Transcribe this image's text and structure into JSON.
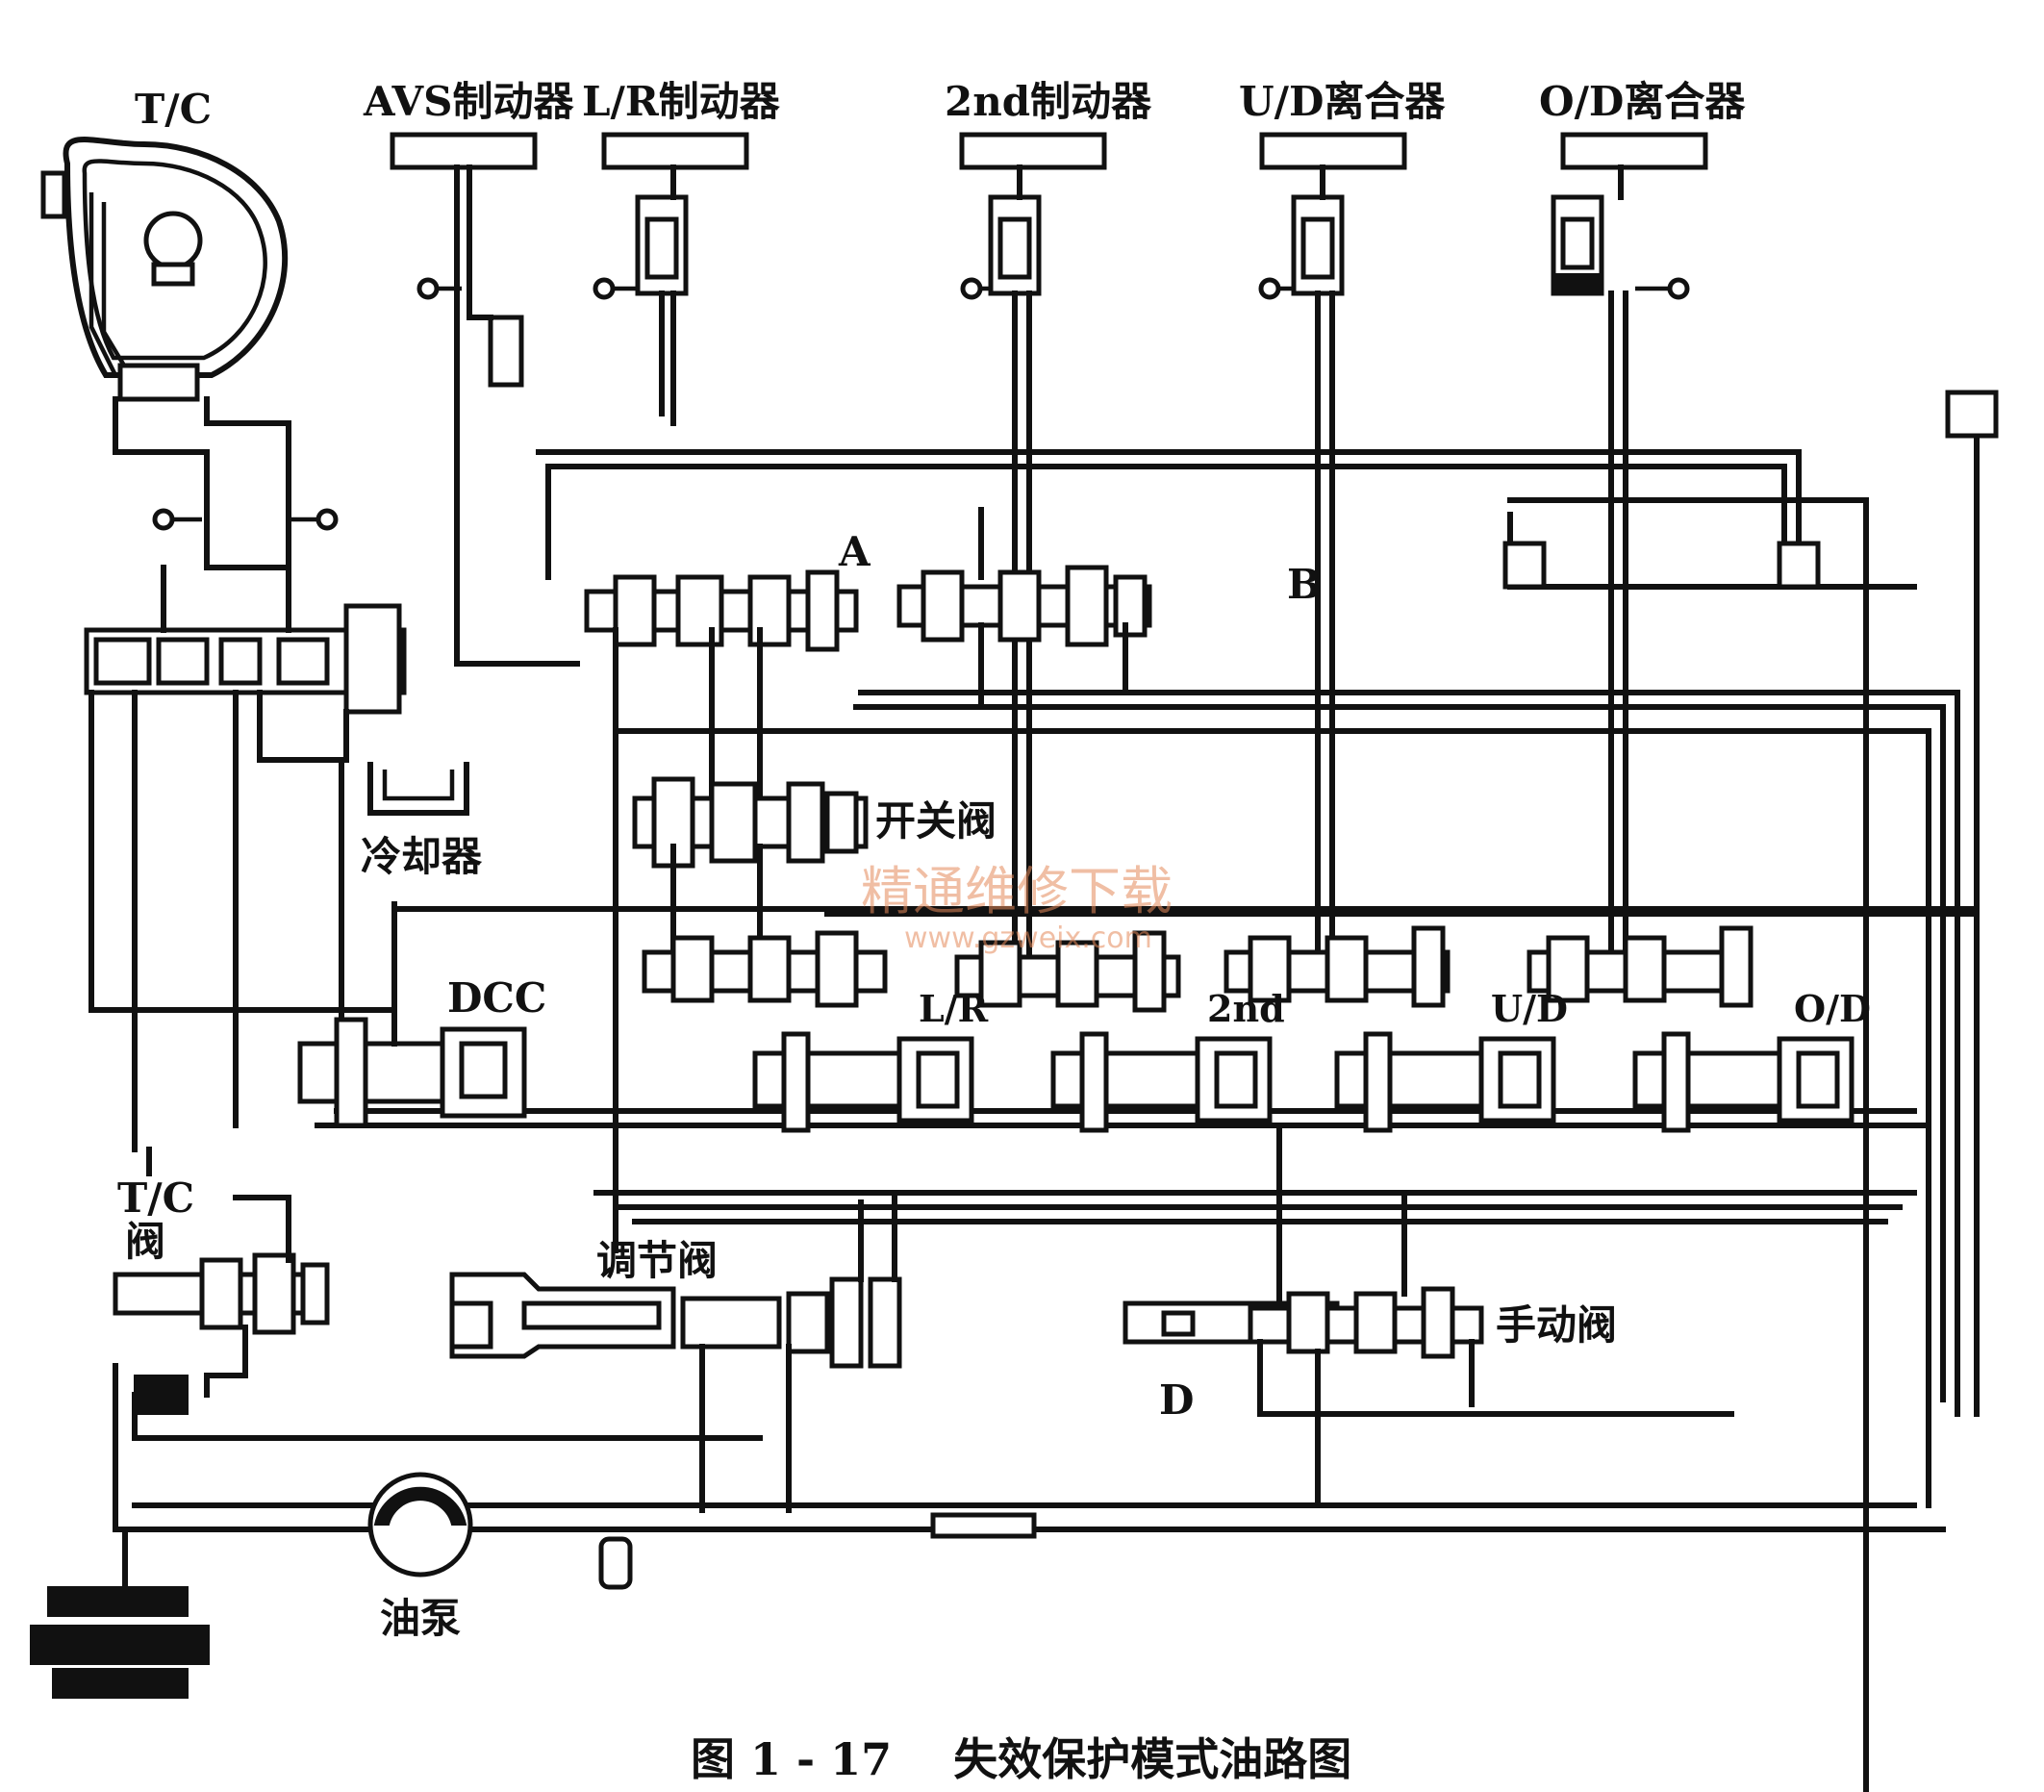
{
  "labels": {
    "tc_top": "T/C",
    "avs_brake": "AVS制动器",
    "lr_brake": "L/R制动器",
    "second_brake": "2nd制动器",
    "ud_clutch": "U/D离合器",
    "od_clutch": "O/D离合器",
    "point_a": "A",
    "point_b": "B",
    "point_d": "D",
    "switch_valve": "开关阀",
    "cooler": "冷却器",
    "dcc": "DCC",
    "lr_solenoid": "L/R",
    "second_solenoid": "2nd",
    "ud_solenoid": "U/D",
    "od_solenoid": "O/D",
    "tc_valve_line1": "T/C",
    "tc_valve_line2": "阀",
    "regulator_valve": "调节阀",
    "manual_valve": "手动阀",
    "oil_pump": "油泵"
  },
  "watermark": {
    "line1": "精通维修下载",
    "line2": "www.gzweix.com"
  },
  "caption": "图 1 - 17    失效保护模式油路图"
}
